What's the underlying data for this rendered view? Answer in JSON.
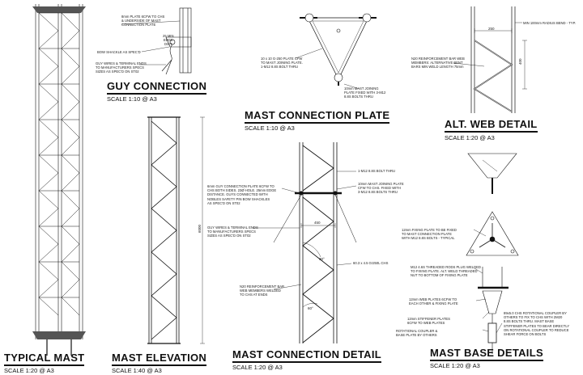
{
  "titles": {
    "guy_connection": "GUY CONNECTION",
    "mast_connection_plate": "MAST CONNECTION PLATE",
    "alt_web_detail": "ALT. WEB DETAIL",
    "typical_mast": "TYPICAL MAST",
    "mast_elevation": "MAST ELEVATION",
    "mast_connection_detail": "MAST CONNECTION DETAIL",
    "mast_base_details": "MAST BASE DETAILS"
  },
  "scales": {
    "guy_connection": "SCALE 1:10 @ A3",
    "mast_connection_plate": "SCALE 1:10 @ A3",
    "alt_web_detail": "SCALE 1:20 @ A3",
    "typical_mast": "SCALE 1:20 @ A3",
    "mast_elevation": "SCALE 1:40 @ A3",
    "mast_connection_detail": "SCALE 1:20 @ A3",
    "mast_base_details": "SCALE 1:20 @ A3"
  },
  "notes": {
    "guy_plate": "8mm PLATE 6CFW TO CHS\n& UNDERSIDE OF MAST\nCONNECTION PLATE",
    "guy_edge": "25 MIN\nEDGE\nDIST",
    "guy_shackle": "BOW SHACKLE AS SPEC'D",
    "guy_wires": "GUY WIRES & TERMINAL ENDS\nTO MANUFACTURERS SPECS\nSIZES AS SPEC'D ON ST02",
    "plate_cfw": "10 x 10 G-250 PLATE CFW\nTO MAST JOINING PLATE.\n1-M12 8.8S BOLT THRU",
    "plate_joining": "10mm MAST JOINING\nPLATE FIXED WITH 3-M12\n8.8S BOLTS THRU",
    "alt_bend": "MIN 100mm RADIUS BEND - TYP.",
    "alt_dim_top": "250",
    "alt_dim_side": "400",
    "alt_web": "N20 REINFORCEMENT BAR WEB\nMEMBERS: ALTERNATIVE BENT\nBARS MIN WELD LENGTH 75mm",
    "elev_dim": "6000",
    "det_bolt": "1-M12 8.8S BOLT THRU",
    "det_joining": "10mm MAST JOINING PLATE\nCFW TO CHS. FIXED WITH\n3-M12 8.8S BOLTS THRU",
    "det_guy_plate": "6mm GUY CONNECTION PLATE 6CFW TO\nCHS BOTH SIDES. 23Ø HOLE. 25mm EDGE\nDISTANCE. GUYS CONNECTED WITH\nNOBLES SAFETY PIN BOW SHACKLES\nAS SPEC'D ON ST02",
    "det_guy_wires": "GUY WIRES & TERMINAL ENDS\nTO MANUFACTURERS SPECS\nSIZES AS SPEC'D ON ST02",
    "det_dim_450": "450",
    "det_dim_30": "30°",
    "det_dim_60": "60°",
    "det_chs": "60.3 x 4.5 Gr250L CHS",
    "det_n20": "N20 REINFORCEMENT BAR\nWEB MEMBERS WELDED\nTO CHS AT ENDS",
    "base_fixing": "12mm FIXING PLATE TO BE FIXED\nTO MAST CONNECTION PLATE\nWITH M12 8.8S BOLTS - TYPICAL",
    "base_rods": "M12 4.6S THREADED RODS PLUG WELDED\nTO FIXING PLATE. ALT. WELD THREADED\nNUT TO BOTTOM OF FIXING PLATE",
    "base_web": "12mm WEB PLATES 6CFW TO\nEACH OTHER & FIXING PLATE",
    "base_stiffener": "12mm STIFFENER PLATES\n6CFW TO WEB PLATES",
    "base_coupler": "ROTATIONAL COUPLER &\nBASE PLATE BY OTHERS",
    "base_chs": "89x5.0 CHS ROTATIONAL COUPLER BY\nOTHERS TO FIX TO CHS WITH 2M20\n8.8S BOLTS THRU. MAST BASE\nSTIFFENER PLATES TO BEAR DIRECTLY\nON ROTATIONAL COUPLER TO REDUCE\nSHEAR FORCE ON BOLTS"
  }
}
